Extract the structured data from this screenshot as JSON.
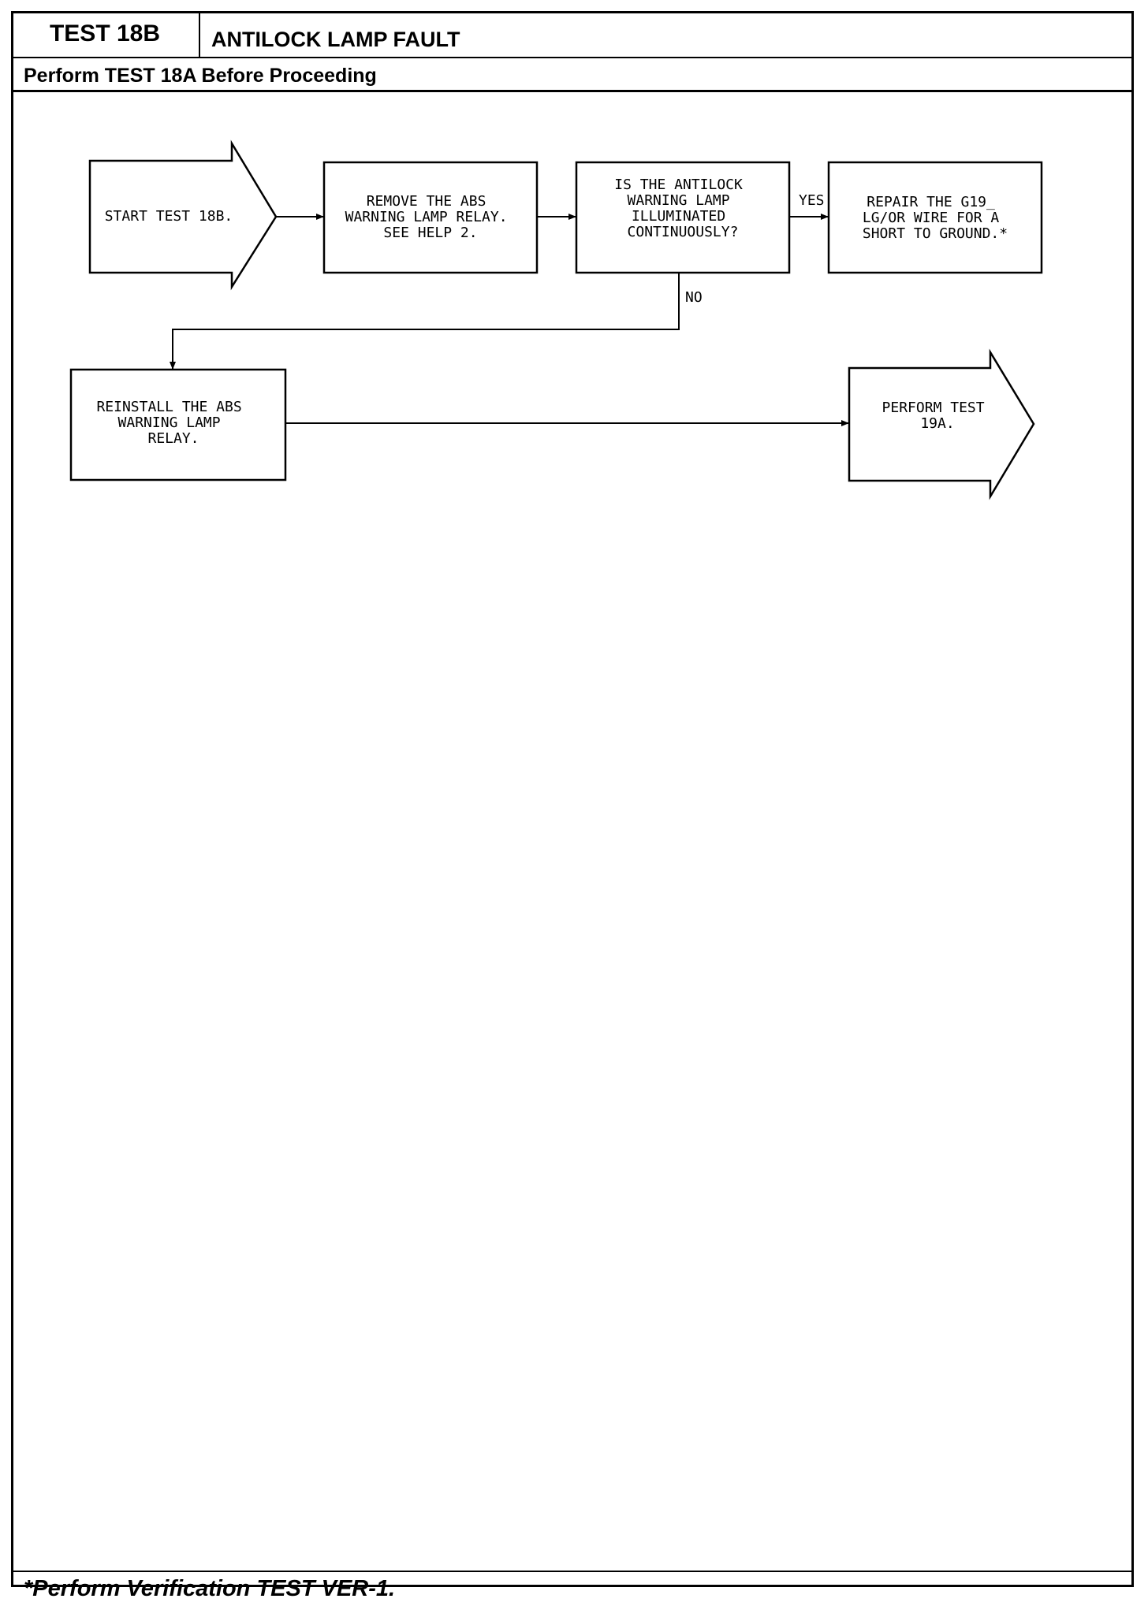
{
  "header": {
    "test_id": "TEST 18B",
    "title": "ANTILOCK LAMP FAULT",
    "prerequisite": "Perform TEST 18A Before Proceeding"
  },
  "flowchart": {
    "start": [
      "START TEST 18B."
    ],
    "step_remove": [
      "REMOVE THE ABS",
      "WARNING LAMP RELAY.",
      "SEE HELP 2."
    ],
    "question": [
      "IS THE ANTILOCK",
      "WARNING LAMP",
      "ILLUMINATED",
      "CONTINUOUSLY?"
    ],
    "yes_label": "YES",
    "no_label": "NO",
    "repair": [
      "REPAIR THE G19_",
      "LG/OR WIRE FOR A",
      "SHORT TO GROUND.*"
    ],
    "reinstall": [
      "REINSTALL THE ABS",
      "WARNING LAMP",
      "RELAY."
    ],
    "next_test": [
      "PERFORM TEST",
      "19A."
    ]
  },
  "footer": {
    "note": "*Perform Verification TEST VER-1."
  }
}
